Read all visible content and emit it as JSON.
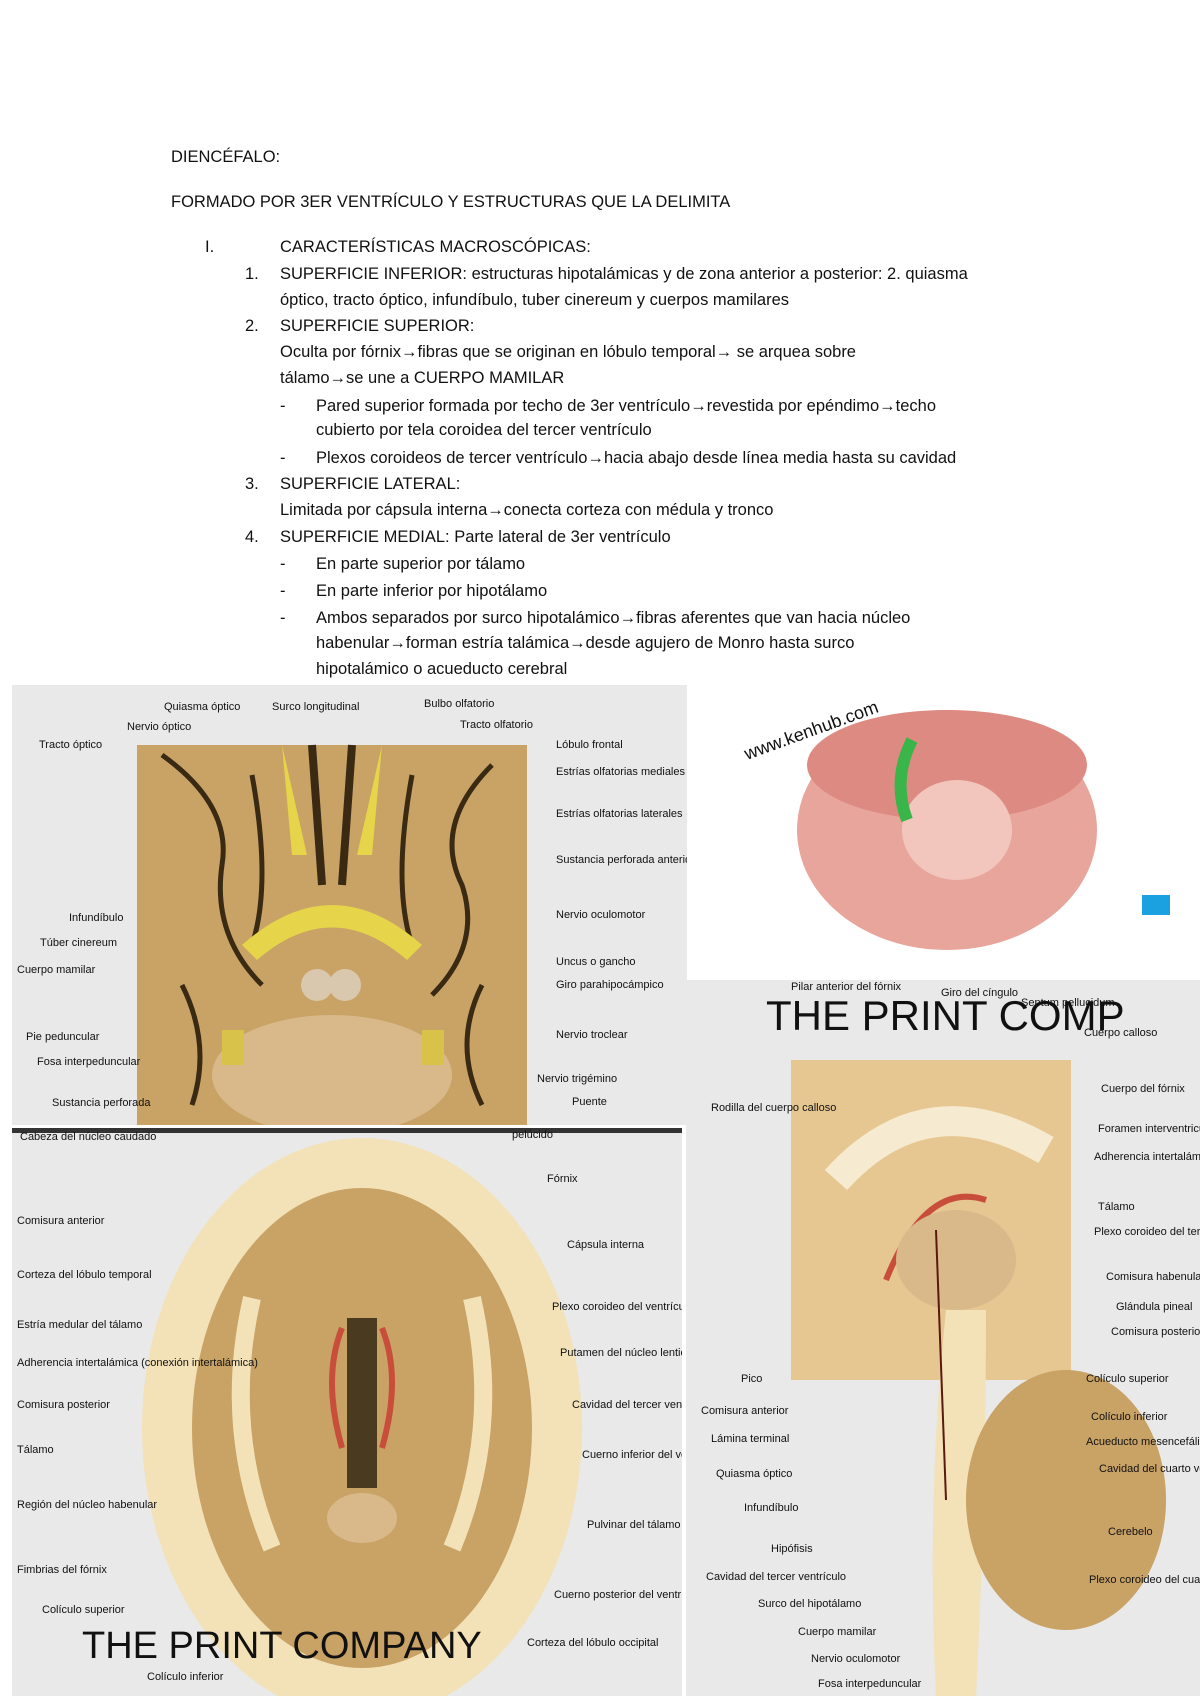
{
  "doc": {
    "title": "DIENCÉFALO:",
    "subtitle": "FORMADO POR 3ER VENTRÍCULO Y ESTRUCTURAS QUE LA DELIMITA",
    "section_numeral": "I.",
    "section_title": "CARACTERÍSTICAS MACROSCÓPICAS:",
    "items": [
      {
        "num": "1.",
        "lines": [
          "SUPERFICIE INFERIOR: estructuras hipotalámicas y de zona anterior a posterior: 2. quiasma",
          "óptico, tracto óptico, infundíbulo, tuber cinereum y cuerpos mamilares"
        ]
      },
      {
        "num": "2.",
        "lines": [
          "SUPERFICIE SUPERIOR:",
          "Oculta por fórnix→fibras que se originan en lóbulo temporal→ se arquea sobre",
          "tálamo→se une a CUERPO MAMILAR"
        ],
        "bullets": [
          [
            "Pared superior formada por techo de 3er ventrículo→revestida por epéndimo→techo",
            "cubierto por tela coroidea del tercer ventrículo"
          ],
          [
            "Plexos coroideos de tercer ventrículo→hacia abajo desde línea media hasta su cavidad"
          ]
        ]
      },
      {
        "num": "3.",
        "lines": [
          "SUPERFICIE LATERAL:",
          "Limitada por cápsula interna→conecta corteza con médula y tronco"
        ]
      },
      {
        "num": "4.",
        "lines": [
          "SUPERFICIE MEDIAL: Parte lateral de 3er ventrículo"
        ],
        "bullets": [
          [
            "En parte superior por tálamo"
          ],
          [
            "En parte inferior por hipotálamo"
          ],
          [
            "Ambos separados por surco hipotalámico→fibras aferentes que van hacia núcleo",
            "habenular→forman estría talámica→desde agujero de Monro hasta surco",
            "hipotalámico o acueducto cerebral"
          ]
        ]
      }
    ],
    "bullet_char": "-"
  },
  "figures": {
    "inferior": {
      "labels": [
        "Quiasma óptico",
        "Surco longitudinal",
        "Bulbo olfatorio",
        "Nervio óptico",
        "Tracto olfatorio",
        "Tracto óptico",
        "Lóbulo frontal",
        "Estrías olfatorias mediales",
        "Estrías olfatorias laterales",
        "Sustancia perforada anterior",
        "Infundíbulo",
        "Nervio oculomotor",
        "Túber cinereum",
        "Uncus o gancho",
        "Cuerpo mamilar",
        "Giro parahipocámpico",
        "Pie peduncular",
        "Nervio troclear",
        "Fosa interpeduncular",
        "Nervio trigémino",
        "Sustancia perforada",
        "Puente"
      ]
    },
    "axial": {
      "labels": [
        "Cabeza del núcleo caudado",
        "pelúcido",
        "Fórnix",
        "Comisura anterior",
        "Cápsula interna",
        "Corteza del lóbulo temporal",
        "Plexo coroideo del ventrículo lateral",
        "Estría medular del tálamo",
        "Putamen del núcleo lenticular",
        "Adherencia intertalámica (conexión intertalámica)",
        "Comisura posterior",
        "Cavidad del tercer ventrículo",
        "Tálamo",
        "Cuerno inferior del ventrículo lateral",
        "Región del núcleo habenular",
        "Pulvinar del tálamo",
        "Fimbrias del fórnix",
        "Cuerno posterior del ventrículo lateral",
        "Colículo superior",
        "Corteza del lóbulo occipital",
        "Colículo inferior"
      ],
      "watermark": "THE PRINT COMPANY"
    },
    "sagittal": {
      "labels": [
        "Pilar anterior del fórnix",
        "Giro del cíngulo",
        "Septum pellucidum",
        "Cuerpo calloso",
        "Rodilla del cuerpo calloso",
        "Cuerpo del fórnix",
        "Foramen interventricular",
        "Adherencia intertalámica (conexión intertalámica)",
        "Tálamo",
        "Plexo coroideo del tercer ventrículo",
        "Comisura habenular",
        "Glándula pineal",
        "Comisura posterior",
        "Colículo superior",
        "Pico",
        "Colículo inferior",
        "Comisura anterior",
        "Acueducto mesencefálico",
        "Lámina terminal",
        "Cavidad del cuarto ventrículo",
        "Quiasma óptico",
        "Infundíbulo",
        "Cerebelo",
        "Hipófisis",
        "Cavidad del tercer ventrículo",
        "Plexo coroideo del cuarto ventrículo",
        "Surco del hipotálamo",
        "Cuerpo mamilar",
        "Nervio oculomotor",
        "Fosa interpeduncular"
      ],
      "watermark": "THE PRINT COMP"
    },
    "model3d": {
      "watermark": "www.kenhub.com"
    }
  }
}
